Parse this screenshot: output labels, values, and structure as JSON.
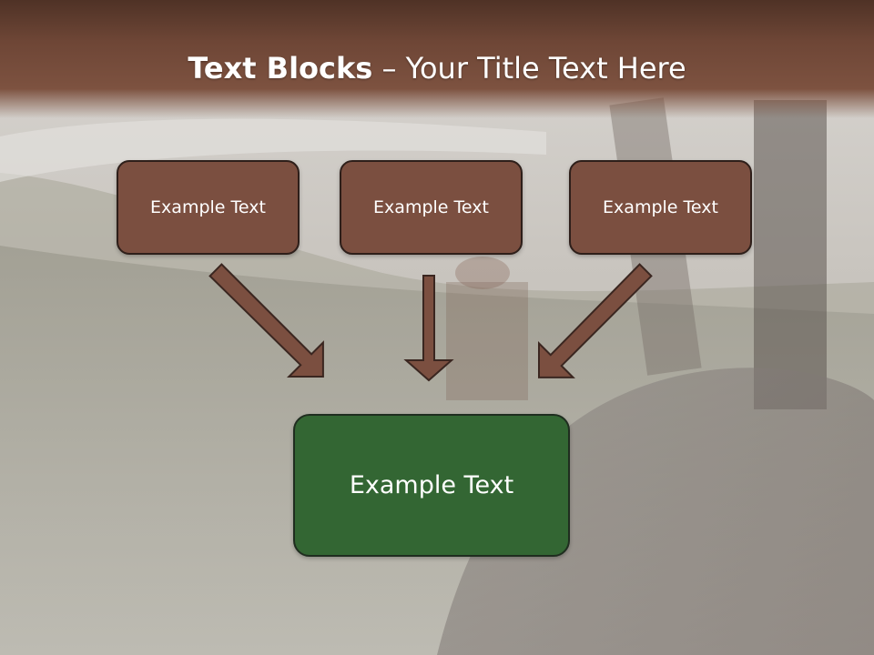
{
  "slide": {
    "title_bold": "Text Blocks",
    "title_separator": " – ",
    "title_rest": "Your Title Text Here"
  },
  "blocks": [
    {
      "label": "Example Text"
    },
    {
      "label": "Example Text"
    },
    {
      "label": "Example Text"
    }
  ],
  "target": {
    "label": "Example Text"
  },
  "colors": {
    "title_bar": "#6e4636",
    "block_fill": "#7b4f40",
    "target_fill": "#336633",
    "arrow_fill": "#7b4f40",
    "arrow_stroke": "#3a2620"
  }
}
